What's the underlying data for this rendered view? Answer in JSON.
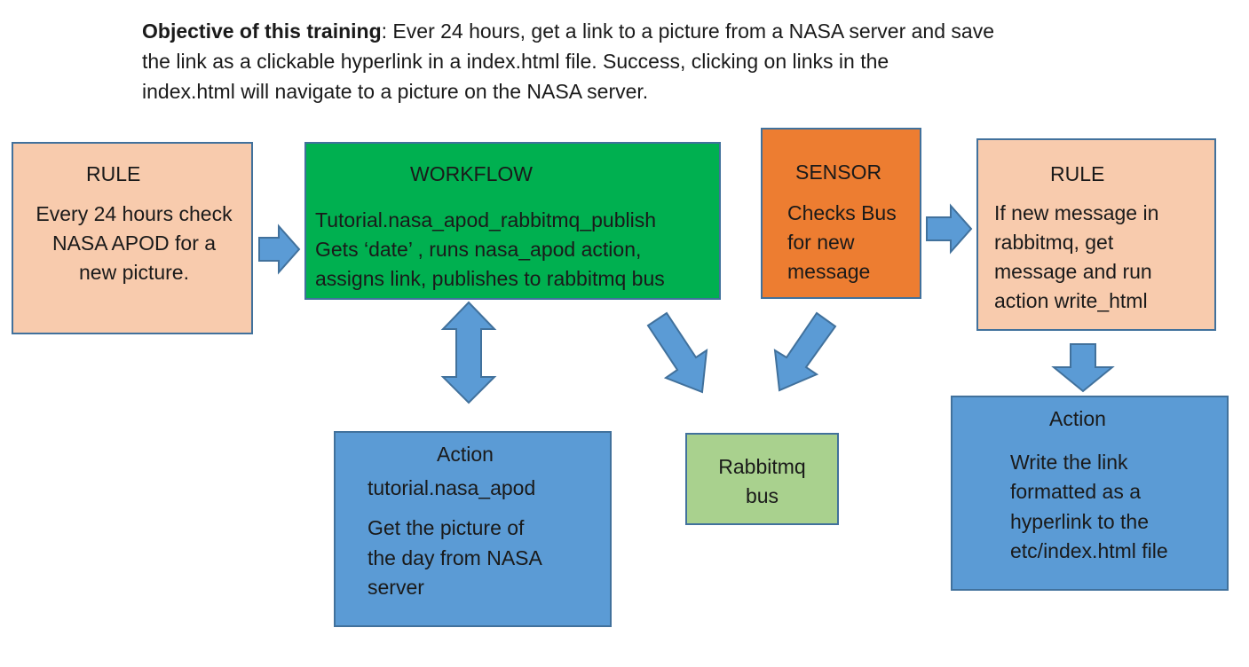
{
  "objective": {
    "bold": "Objective of this training",
    "lines": [
      ": Ever 24 hours, get a link to a picture from a NASA server and save",
      "the link as a clickable hyperlink in a index.html file. Success, clicking on links in the",
      "index.html will navigate to a picture on the NASA server."
    ]
  },
  "rule1": {
    "title": "RULE",
    "lines": [
      "Every 24 hours check",
      "NASA APOD for a",
      "new picture."
    ]
  },
  "workflow": {
    "title": "WORKFLOW",
    "lines": [
      "Tutorial.nasa_apod_rabbitmq_publish",
      "Gets ‘date’ , runs nasa_apod action,",
      "assigns link, publishes to rabbitmq bus"
    ]
  },
  "sensor": {
    "title": "SENSOR",
    "lines": [
      "Checks Bus",
      "for new",
      "message"
    ]
  },
  "rule2": {
    "title": "RULE",
    "lines": [
      "If new message in",
      "rabbitmq, get",
      "message and run",
      "action write_html"
    ]
  },
  "action1": {
    "title": "Action",
    "subtitle": "tutorial.nasa_apod",
    "lines": [
      "Get the picture of",
      "the day from NASA",
      "server"
    ]
  },
  "bus": {
    "lines": [
      "Rabbitmq",
      "bus"
    ]
  },
  "action2": {
    "title": "Action",
    "lines": [
      "Write the link",
      "formatted as a",
      "hyperlink to the",
      "etc/index.html file"
    ]
  },
  "colors": {
    "peach": "#f8cbad",
    "green": "#00b050",
    "orange": "#ed7d31",
    "blue": "#5b9bd5",
    "light_green": "#a9d18e",
    "border": "#41719c"
  }
}
